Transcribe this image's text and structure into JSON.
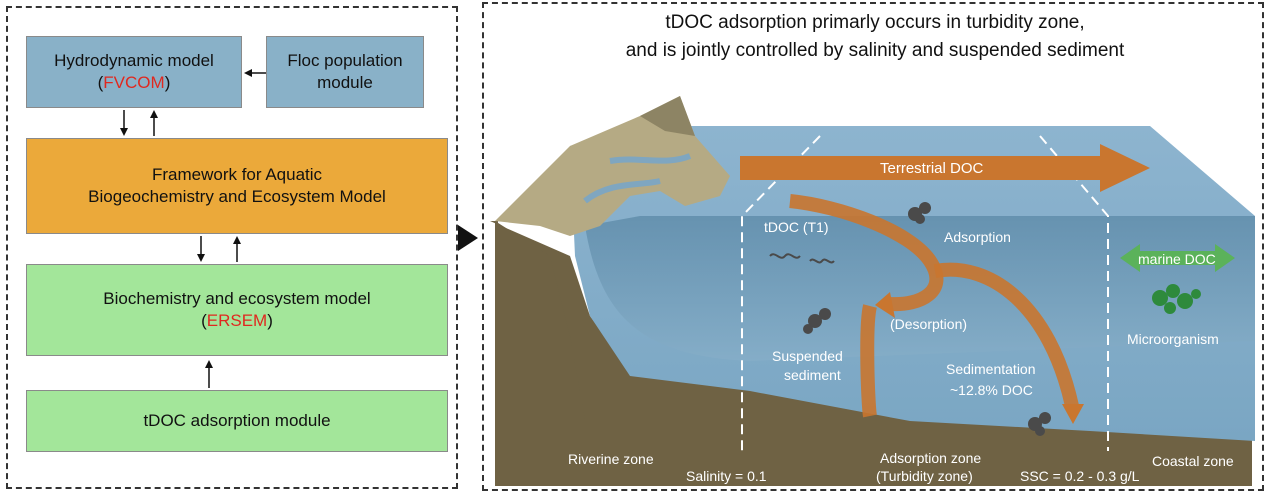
{
  "left": {
    "hydro": {
      "line1": "Hydrodynamic model",
      "paren_open": "(",
      "model": "FVCOM",
      "paren_close": ")"
    },
    "floc": {
      "line1": "Floc population",
      "line2": "module"
    },
    "framework": {
      "line1": "Framework for Aquatic",
      "line2": "Biogeochemistry and Ecosystem Model"
    },
    "biochem": {
      "line1": "Biochemistry and ecosystem model",
      "paren_open": "(",
      "model": "ERSEM",
      "paren_close": ")"
    },
    "tdoc_module": {
      "label": "tDOC adsorption module"
    }
  },
  "right": {
    "title_line1": "tDOC adsorption primarly occurs in turbidity zone,",
    "title_line2": "and is jointly controlled by salinity and suspended sediment",
    "labels": {
      "terrestrial": "Terrestrial DOC",
      "tdoc": "tDOC (T1)",
      "adsorption": "Adsorption",
      "marine": "marine DOC",
      "desorption": "(Desorption)",
      "microorganism": "Microorganism",
      "suspended1": "Suspended",
      "suspended2": "sediment",
      "sedimentation1": "Sedimentation",
      "sedimentation2": "~12.8% DOC",
      "riverine": "Riverine zone",
      "salinity": "Salinity = 0.1",
      "adsorption_zone1": "Adsorption zone",
      "adsorption_zone2": "(Turbidity zone)",
      "ssc": "SSC = 0.2 - 0.3 g/L",
      "coastal": "Coastal zone"
    }
  },
  "colors": {
    "blue_box": "#89b1c8",
    "orange_box": "#eba93a",
    "green_box": "#a3e69a",
    "model_red": "#e0281f",
    "flux_arrow": "#c9762f",
    "marine_arrow": "#5bb25a"
  }
}
